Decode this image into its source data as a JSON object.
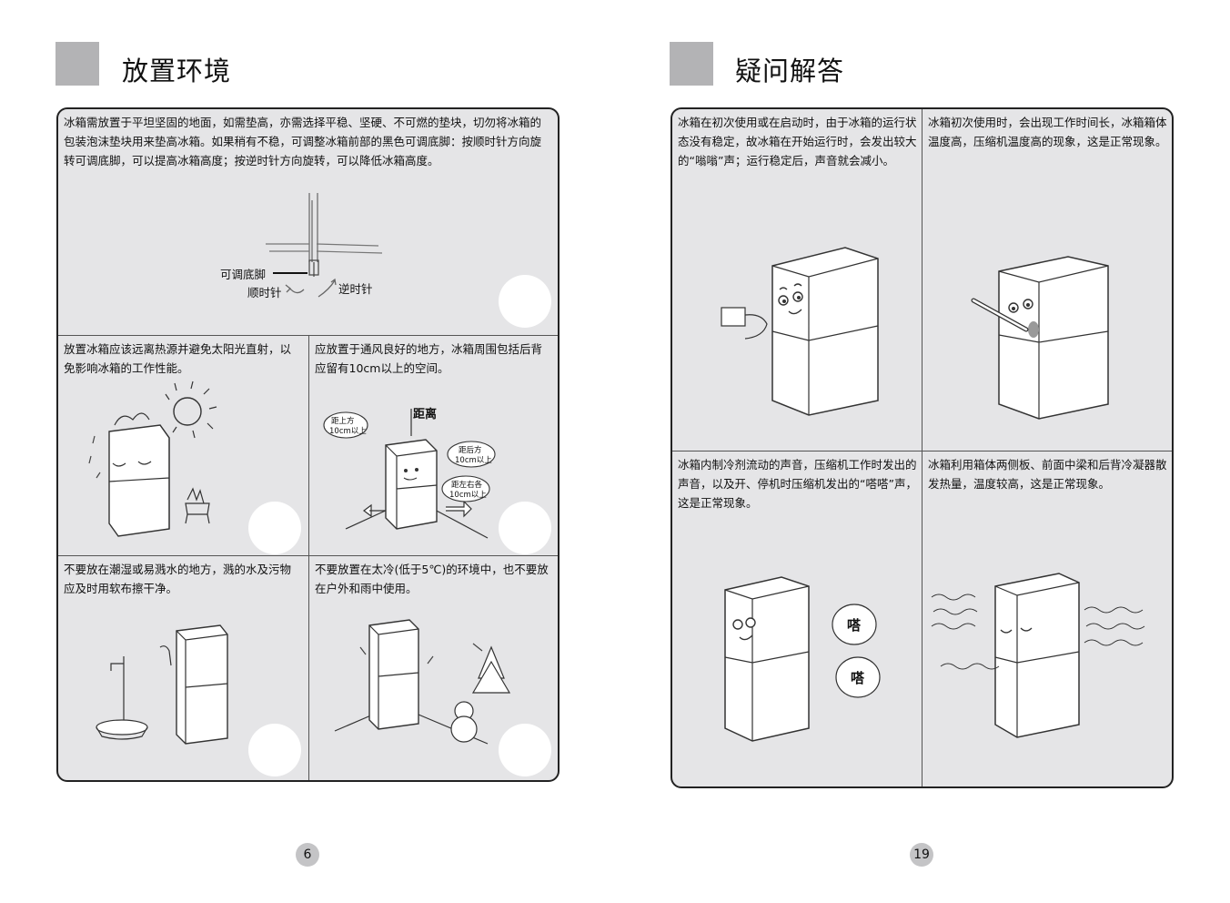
{
  "left_page": {
    "title": "放置环境",
    "page_number": "6",
    "top_panel": {
      "text": "冰箱需放置于平坦坚固的地面，如需垫高，亦需选择平稳、坚硬、不可燃的垫块，切勿将冰箱的包装泡沫垫块用来垫高冰箱。如果稍有不稳，可调整冰箱前部的黑色可调底脚：按顺时针方向旋转可调底脚，可以提高冰箱高度；按逆时针方向旋转，可以降低冰箱高度。",
      "labels": {
        "adjustable_foot": "可调底脚",
        "clockwise": "顺时针",
        "counterclockwise": "逆时针"
      }
    },
    "mid_left": {
      "text": "放置冰箱应该远离热源并避免太阳光直射，以免影响冰箱的工作性能。"
    },
    "mid_right": {
      "text": "应放置于通风良好的地方，冰箱周围包括后背应留有10cm以上的空间。",
      "labels": {
        "distance": "距离",
        "top_1": "距上方",
        "top_2": "10cm以上",
        "back_1": "距后方",
        "back_2": "10cm以上",
        "side_1": "距左右各",
        "side_2": "10cm以上"
      }
    },
    "bottom_left": {
      "text": "不要放在潮湿或易溅水的地方，溅的水及污物应及时用软布擦干净。"
    },
    "bottom_right": {
      "text": "不要放置在太冷(低于5℃)的环境中，也不要放在户外和雨中使用。"
    }
  },
  "right_page": {
    "title": "疑问解答",
    "page_number": "19",
    "cells": [
      {
        "text": "冰箱在初次使用或在启动时，由于冰箱的运行状态没有稳定，故冰箱在开始运行时，会发出较大的“嗡嗡”声；运行稳定后，声音就会减小。"
      },
      {
        "text": "冰箱初次使用时，会出现工作时间长，冰箱箱体温度高，压缩机温度高的现象，这是正常现象。"
      },
      {
        "text": "冰箱内制冷剂流动的声音，压缩机工作时发出的声音，以及开、停机时压缩机发出的“嗒嗒”声，这是正常现象。",
        "sound_1": "嗒",
        "sound_2": "嗒"
      },
      {
        "text": "冰箱利用箱体两侧板、前面中梁和后背冷凝器散发热量，温度较高，这是正常现象。"
      }
    ]
  }
}
